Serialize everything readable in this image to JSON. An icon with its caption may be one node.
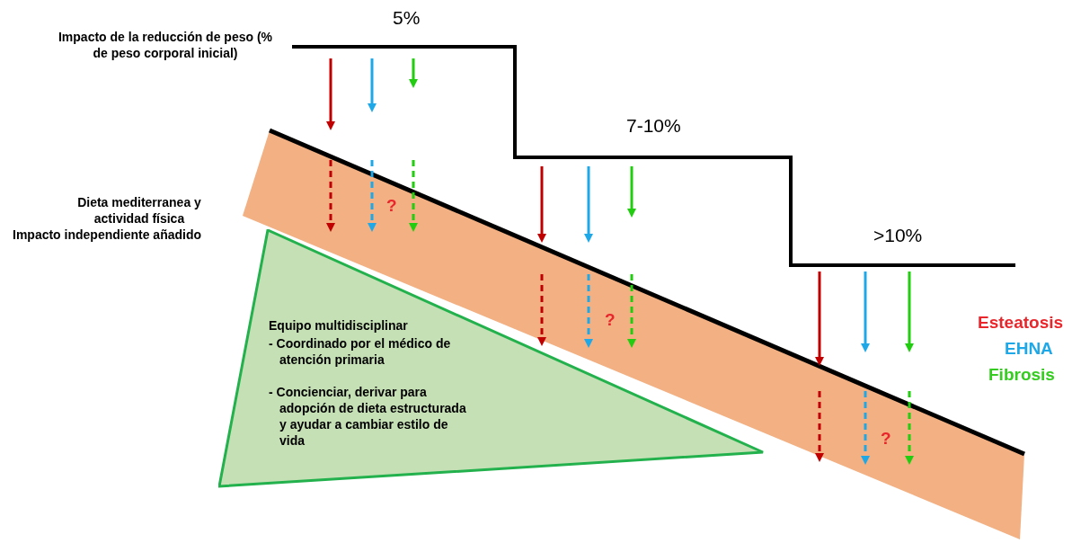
{
  "diagram": {
    "nodes": [
      {
        "text": [
          "Equipo multidisciplinar",
          "- Coordinado por el médico de atención primaria",
          "- Concienciar, derivar para adopción de dieta estructurada y ayudar a cambiar estilo de vida"
        ]
      }
    ],
    "labels": [
      "5%",
      "Impacto de la reducción de peso (% de peso corporal inicial)",
      "7-10%",
      "Dieta mediterranea y actividad física",
      "Impacto independiente añadido",
      "?",
      ">10%",
      "?",
      "?"
    ],
    "legend": [
      {
        "text": "Esteatosis",
        "color": "#e8262b"
      },
      {
        "text": "EHNA",
        "color": "#1fa8e8"
      },
      {
        "text": "Fibrosis",
        "color": "#33cc1f"
      }
    ]
  }
}
